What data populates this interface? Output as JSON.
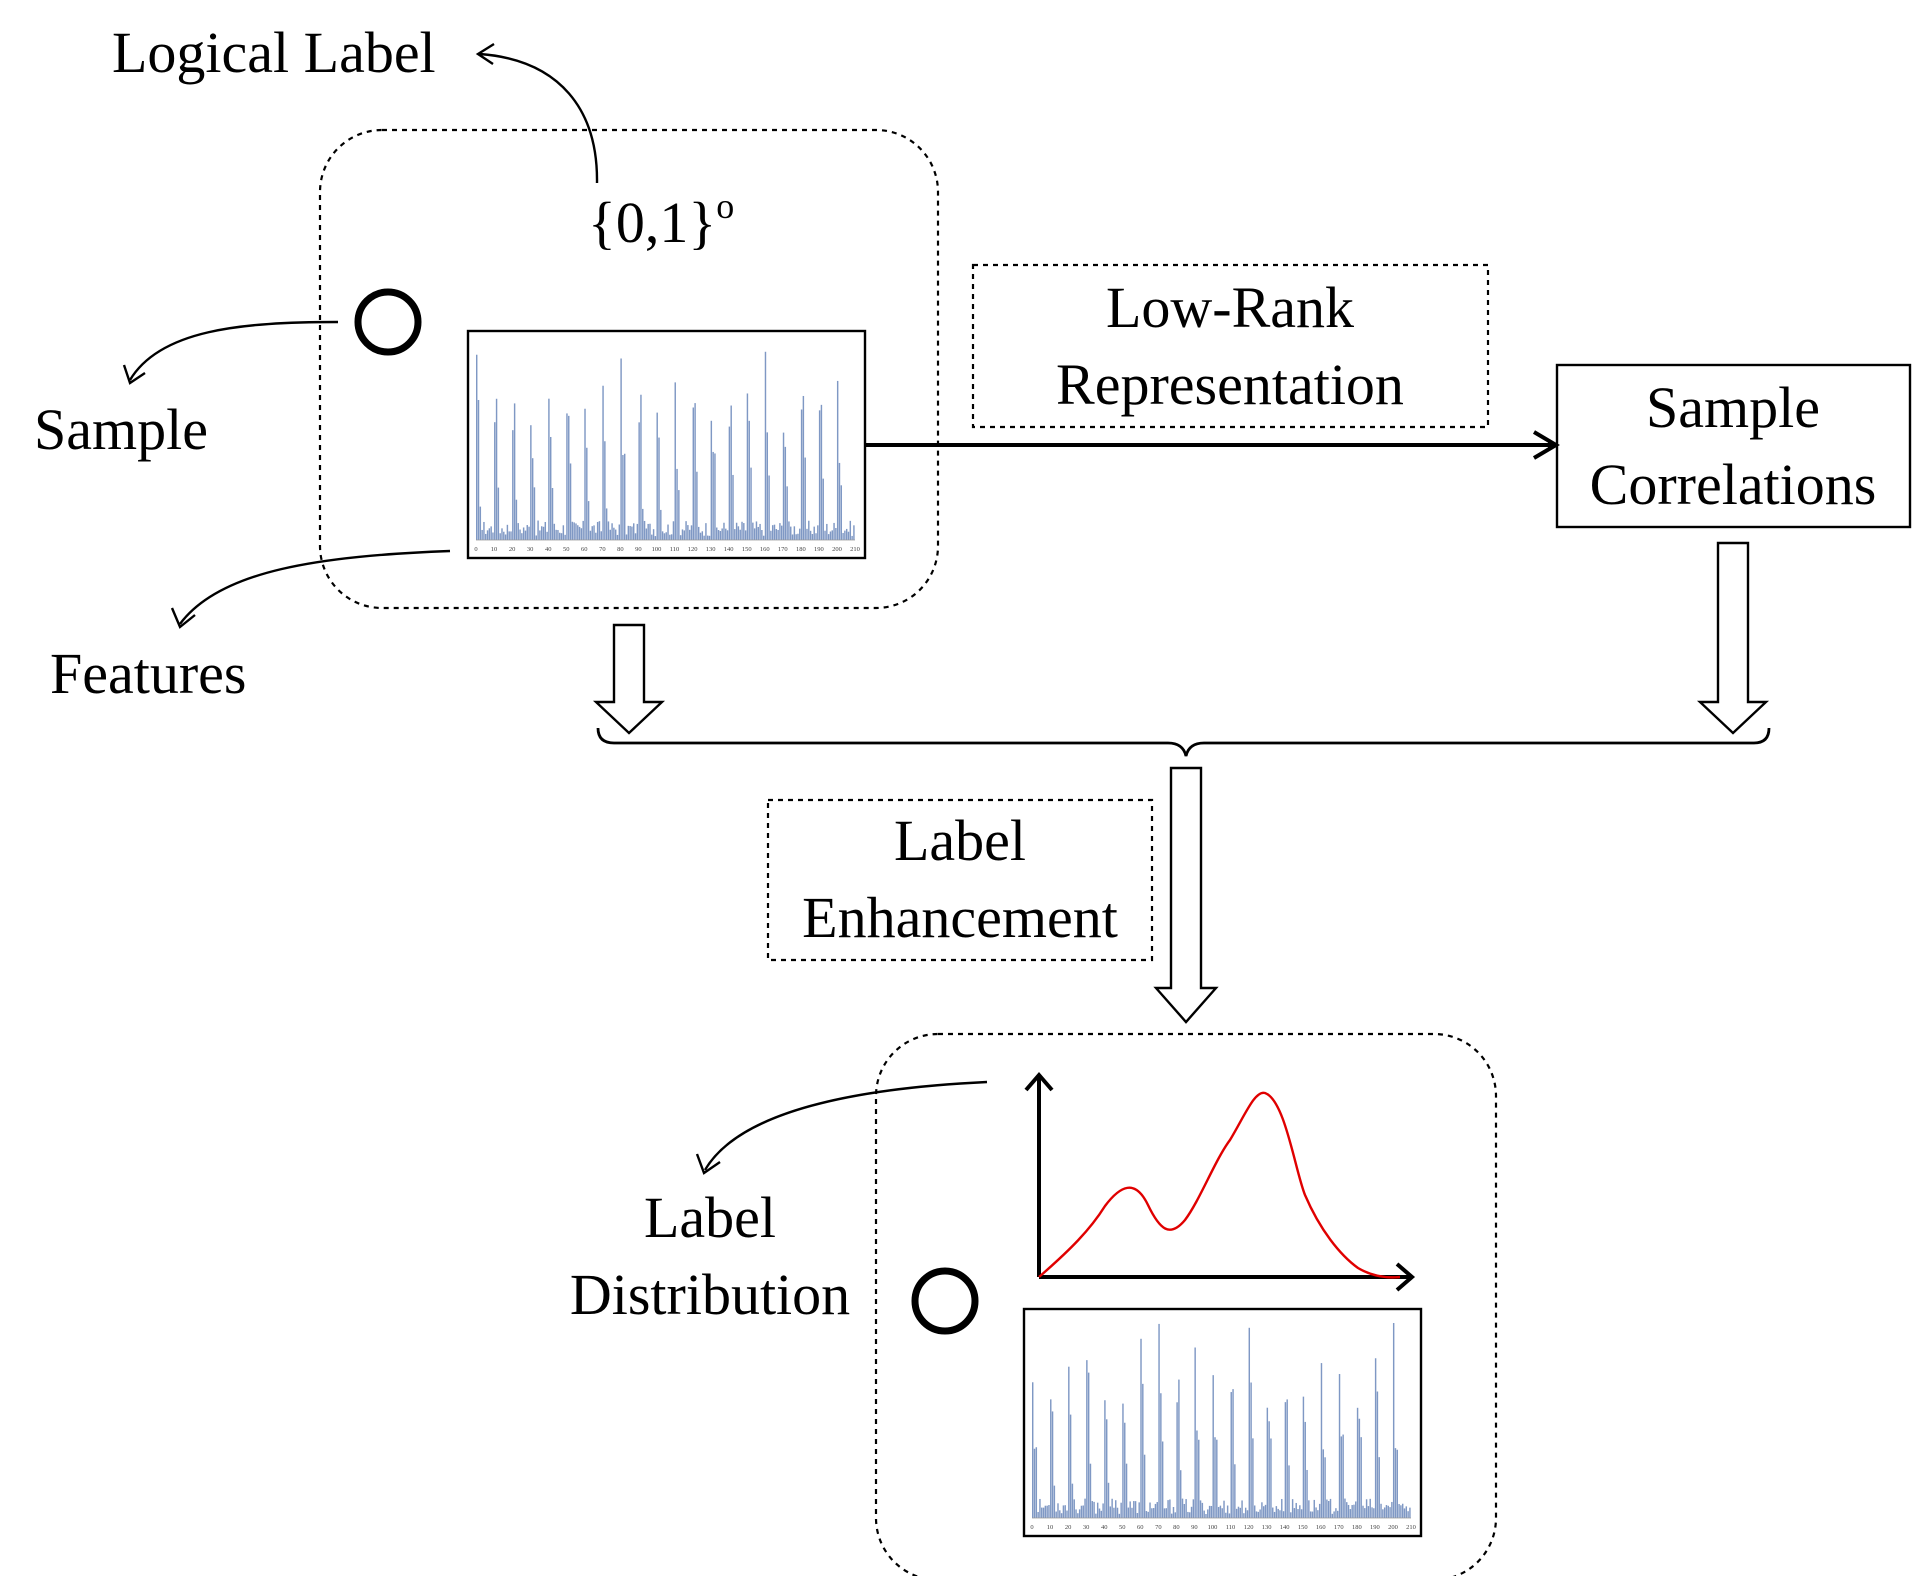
{
  "labels": {
    "logical_label": "Logical Label",
    "label_set": "{0,1}",
    "label_set_sup": "o",
    "sample": "Sample",
    "features": "Features",
    "lrr_line1": "Low-Rank",
    "lrr_line2": "Representation",
    "sc_line1": "Sample",
    "sc_line2": "Correlations",
    "le_line1": "Label",
    "le_line2": "Enhancement",
    "ld_line1": "Label",
    "ld_line2": "Distribution"
  },
  "feature_chart": {
    "tick_labels": [
      "0",
      "10",
      "20",
      "30",
      "40",
      "50",
      "60",
      "70",
      "80",
      "90",
      "100",
      "110",
      "120",
      "130",
      "140",
      "150",
      "160",
      "170",
      "180",
      "190",
      "200",
      "210"
    ]
  },
  "colors": {
    "bars": "#7f98c4",
    "curve": "#e00000",
    "stroke": "#000000"
  }
}
